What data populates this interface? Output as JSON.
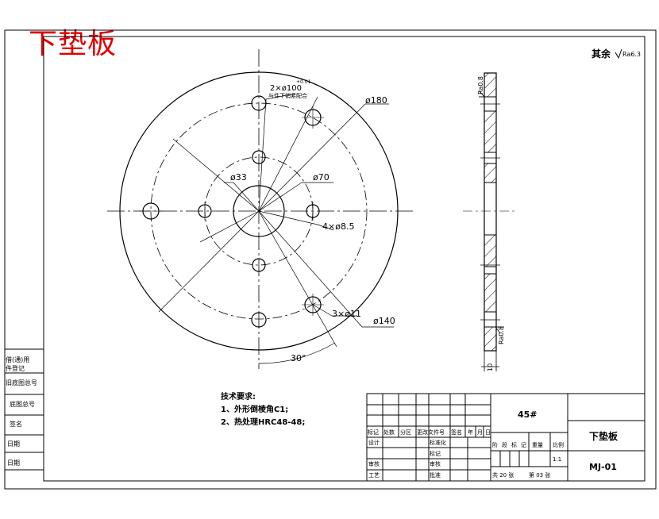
{
  "title": "下垫板",
  "roughness_note": "其余",
  "roughness_value": "Ra6.3",
  "dims": {
    "d180": "ø180",
    "d140": "ø140",
    "d100": "2×ø100",
    "d100_tol": "+0.01",
    "d100_note": "与件下销紧配合",
    "d70": "ø70",
    "d33": "ø33",
    "d85": "4×ø8.5",
    "d11": "3×ø11",
    "angle": "30°",
    "thick": "10",
    "ra_top": "Ra0.8",
    "ra_bot": "Ra0.8"
  },
  "tech": {
    "heading": "技术要求:",
    "item1": "1、外形倒棱角C1;",
    "item2": "2、热处理HRC48-48;"
  },
  "side_labels": [
    "借(通)用",
    "件登记",
    "旧底图总号",
    "底图总号",
    "签名",
    "日期",
    "日期"
  ],
  "title_block": {
    "material": "45#",
    "part_name": "下垫板",
    "drawing_no": "MJ-01",
    "headers": [
      "标记",
      "处数",
      "分区",
      "更改文件号",
      "签名",
      "年",
      "月",
      "日"
    ],
    "row_design": "设计",
    "row_standard": "标准化",
    "row_check_l": "审核",
    "row_process": "工艺",
    "row_review": "标记",
    "row_check": "审核",
    "row_approve": "批准",
    "stage_headers": [
      "阶",
      "段",
      "标",
      "记",
      "重量",
      "比例"
    ],
    "scale": "1:1",
    "sheets": "共 20 张",
    "sheet_no": "第 03 张"
  }
}
